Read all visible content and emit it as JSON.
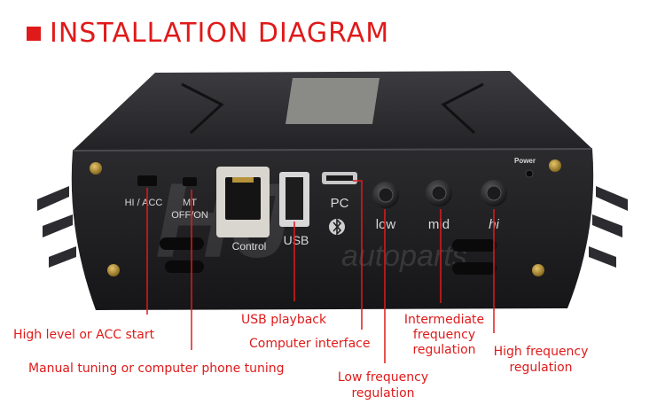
{
  "title": "INSTALLATION DIAGRAM",
  "panel": {
    "switch1_label": "HI / ACC",
    "switch2_label_line1": "MT",
    "switch2_label_line2": "OFF/ON",
    "control_label": "Control",
    "usb_label": "USB",
    "pc_label": "PC",
    "knob_low": "low",
    "knob_mid": "mid",
    "knob_hi": "hi",
    "power_label": "Power",
    "watermark_brand": "HJ",
    "watermark_text": "autoparts"
  },
  "callouts": {
    "high_level": "High level or ACC start",
    "manual_tuning": "Manual tuning or computer phone tuning",
    "usb_playback": "USB playback",
    "computer_interface": "Computer interface",
    "low_freq_line1": "Low frequency",
    "low_freq_line2": "regulation",
    "mid_freq_line1": "Intermediate",
    "mid_freq_line2": "frequency",
    "mid_freq_line3": "regulation",
    "high_freq_line1": "High frequency",
    "high_freq_line2": "regulation"
  },
  "colors": {
    "accent": "#e01a1a",
    "device_body": "#2a2a2d",
    "device_face": "#1f1f22"
  }
}
